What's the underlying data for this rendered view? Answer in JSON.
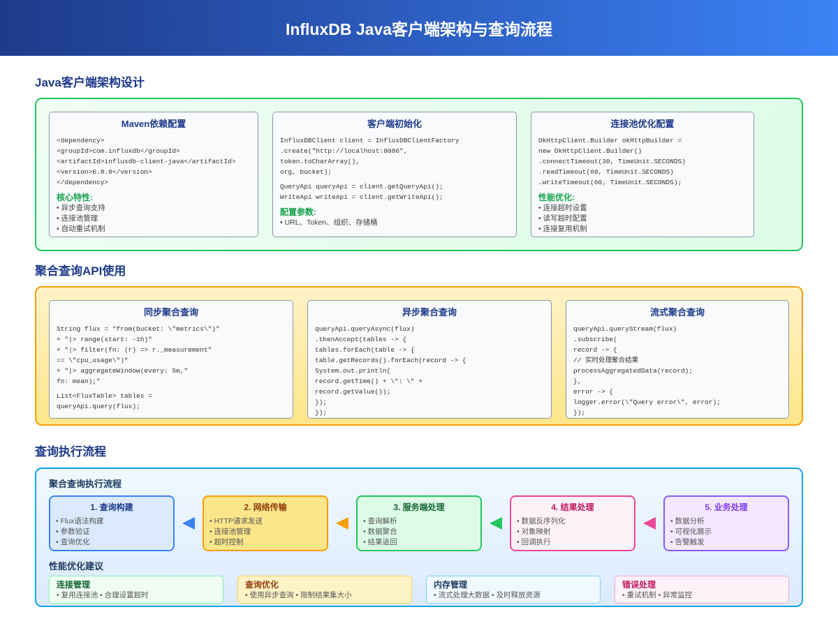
{
  "title": "InfluxDB Java客户端架构与查询流程",
  "sections": [
    "Java客户端架构设计",
    "聚合查询API使用",
    "查询执行流程"
  ],
  "arch": [
    {
      "title": "Maven依赖配置",
      "code": [
        [
          "<dependency>",
          "<groupId>com.influxdb</groupId>",
          "<artifactId>influxdb-client-java</artifactId>",
          "<version>6.8.0</version>",
          "</dependency>"
        ]
      ],
      "sub": "核心特性:",
      "bullets": [
        "• 异步查询支持",
        "• 连接池管理",
        "• 自动重试机制"
      ]
    },
    {
      "title": "客户端初始化",
      "code": [
        [
          "InfluxDBClient client = InfluxDBClientFactory",
          ".create(\"http://localhost:8086\",",
          "token.toCharArray(),",
          "org, bucket);"
        ],
        [
          "QueryApi queryApi = client.getQueryApi();",
          "WriteApi writeApi = client.getWriteApi();"
        ]
      ],
      "sub": "配置参数:",
      "bullets": [
        "• URL、Token、组织、存储桶"
      ]
    },
    {
      "title": "连接池优化配置",
      "code": [
        [
          "OkHttpClient.Builder okHttpBuilder =",
          "new OkHttpClient.Builder()",
          ".connectTimeout(30, TimeUnit.SECONDS)",
          ".readTimeout(60, TimeUnit.SECONDS)",
          ".writeTimeout(60, TimeUnit.SECONDS);"
        ]
      ],
      "sub": "性能优化:",
      "bullets": [
        "• 连接超时设置",
        "• 读写超时配置",
        "• 连接复用机制"
      ]
    }
  ],
  "api": [
    {
      "title": "同步聚合查询",
      "code": [
        [
          "String flux = \"from(bucket: \\\"metrics\\\")\"",
          "+ \"|> range(start: -1h)\"",
          "+ \"|> filter(fn: (r) => r._measurement\"",
          "== \\\"cpu_usage\\\")\"",
          "+ \"|> aggregateWindow(every: 5m,\"",
          "fn: mean);\""
        ],
        [
          "List<FluxTable> tables =",
          "queryApi.query(flux);"
        ]
      ]
    },
    {
      "title": "异步聚合查询",
      "code": [
        [
          "queryApi.queryAsync(flux)",
          ".thenAccept(tables -> {",
          "tables.forEach(table -> {",
          "table.getRecords().forEach(record -> {",
          "System.out.println(",
          "record.getTime() + \\\": \\\" +",
          "record.getValue());",
          "});",
          "});"
        ]
      ]
    },
    {
      "title": "流式聚合查询",
      "code": [
        [
          "queryApi.queryStream(flux)",
          ".subscribe(",
          "record -> {",
          "// 实时处理聚合结果",
          "processAggregatedData(record);",
          "},",
          "error -> {",
          "logger.error(\\\"Query error\\\", error);",
          "});"
        ]
      ]
    }
  ],
  "flow_title": "聚合查询执行流程",
  "flow": [
    {
      "title": "1. 查询构建",
      "items": [
        "• Flux语法构建",
        "• 参数验证",
        "• 查询优化"
      ],
      "color": "#3b82f6",
      "bg": "#dbeafe",
      "tc": "#1e3a8a"
    },
    {
      "title": "2. 网络传输",
      "items": [
        "• HTTP请求发送",
        "• 连接池管理",
        "• 超时控制"
      ],
      "color": "#f59e0b",
      "bg": "#fde68a",
      "tc": "#92400e"
    },
    {
      "title": "3. 服务端处理",
      "items": [
        "• 查询解析",
        "• 数据聚合",
        "• 结果返回"
      ],
      "color": "#22c55e",
      "bg": "#dcfce7",
      "tc": "#166534"
    },
    {
      "title": "4. 结果处理",
      "items": [
        "• 数据反序列化",
        "• 对象映射",
        "• 回调执行"
      ],
      "color": "#ec4899",
      "bg": "#fdf2f8",
      "tc": "#be185d"
    },
    {
      "title": "5. 业务处理",
      "items": [
        "• 数据分析",
        "• 可视化展示",
        "• 告警触发"
      ],
      "color": "#8b5cf6",
      "bg": "#f3e8ff",
      "tc": "#7c3aed"
    }
  ],
  "tips_title": "性能优化建议",
  "tips": [
    {
      "title": "连接管理",
      "text": "• 复用连接池 • 合理设置超时",
      "color": "#86efac",
      "bg": "#f0fdf4",
      "tc": "#166534"
    },
    {
      "title": "查询优化",
      "text": "• 使用异步查询 • 限制结果集大小",
      "color": "#fcd34d",
      "bg": "#fef3c7",
      "tc": "#92400e"
    },
    {
      "title": "内存管理",
      "text": "• 流式处理大数据 • 及时释放资源",
      "color": "#7dd3fc",
      "bg": "#f0f9ff",
      "tc": "#1e3a5f"
    },
    {
      "title": "错误处理",
      "text": "• 重试机制 • 异常监控",
      "color": "#f9a8d4",
      "bg": "#fdf2f8",
      "tc": "#be185d"
    }
  ]
}
